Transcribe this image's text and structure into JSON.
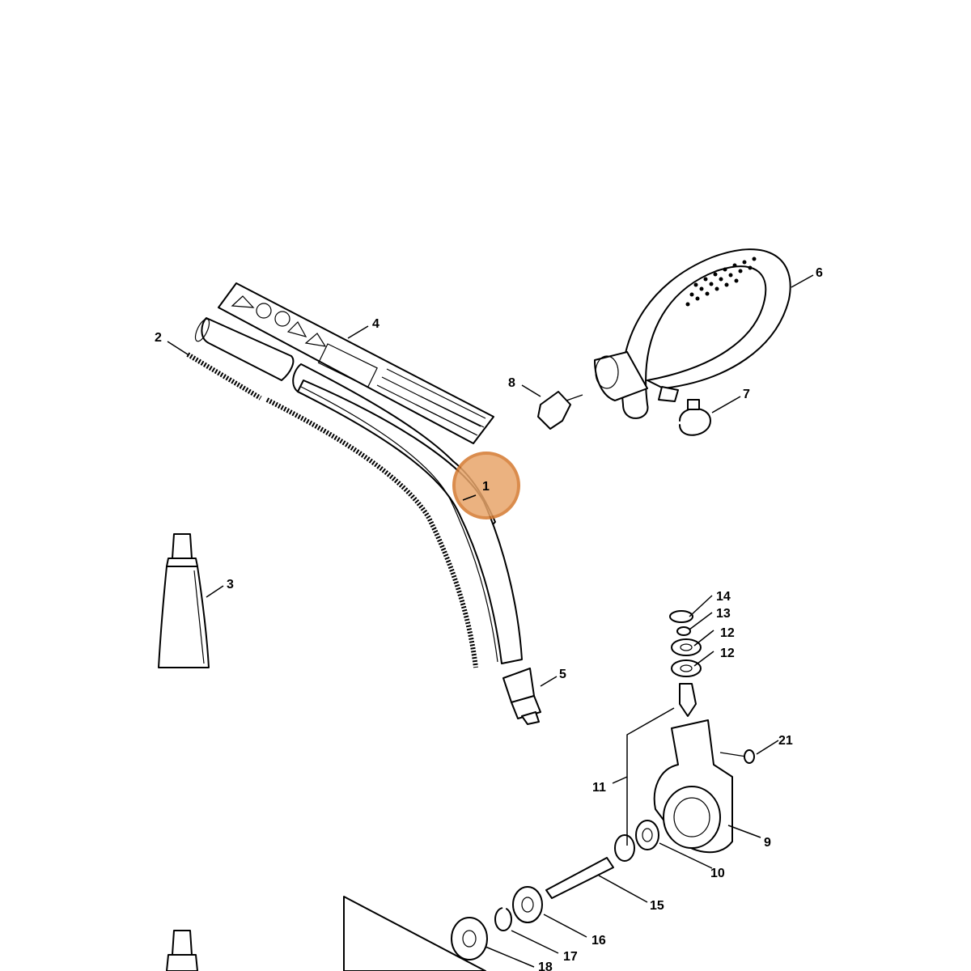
{
  "diagram": {
    "highlight_color": "#E8A56A",
    "highlight_border": "#D4782E",
    "callouts": [
      "1",
      "2",
      "3",
      "4",
      "5",
      "6",
      "7",
      "8",
      "9",
      "10",
      "11",
      "12",
      "12",
      "13",
      "14",
      "15",
      "16",
      "17",
      "18",
      "21"
    ]
  }
}
